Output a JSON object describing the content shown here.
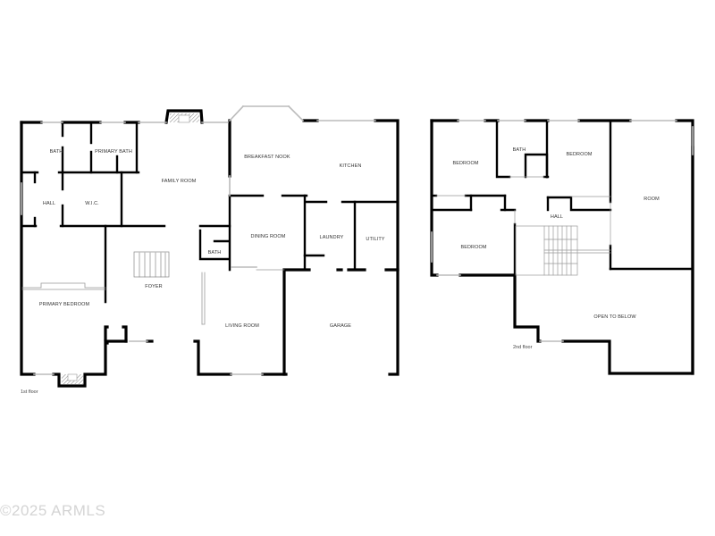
{
  "watermark": "©2025 ARMLS",
  "floors": [
    {
      "label": "1st floor",
      "rooms": [
        {
          "name": "BATH"
        },
        {
          "name": "PRIMARY BATH"
        },
        {
          "name": "FAMILY ROOM"
        },
        {
          "name": "HALL"
        },
        {
          "name": "W.I.C."
        },
        {
          "name": "BREAKFAST NOOK"
        },
        {
          "name": "KITCHEN"
        },
        {
          "name": "DINING ROOM"
        },
        {
          "name": "LAUNDRY"
        },
        {
          "name": "UTILITY"
        },
        {
          "name": "BATH"
        },
        {
          "name": "FOYER"
        },
        {
          "name": "PRIMARY BEDROOM"
        },
        {
          "name": "LIVING ROOM"
        },
        {
          "name": "GARAGE"
        }
      ]
    },
    {
      "label": "2nd floor",
      "rooms": [
        {
          "name": "BEDROOM"
        },
        {
          "name": "BATH"
        },
        {
          "name": "BEDROOM"
        },
        {
          "name": "ROOM"
        },
        {
          "name": "HALL"
        },
        {
          "name": "BEDROOM"
        },
        {
          "name": "OPEN TO BELOW"
        }
      ]
    }
  ],
  "colors": {
    "wall": "#000000",
    "window": "#bbbbbb",
    "background": "#ffffff",
    "watermark": "#d4d4d4"
  }
}
